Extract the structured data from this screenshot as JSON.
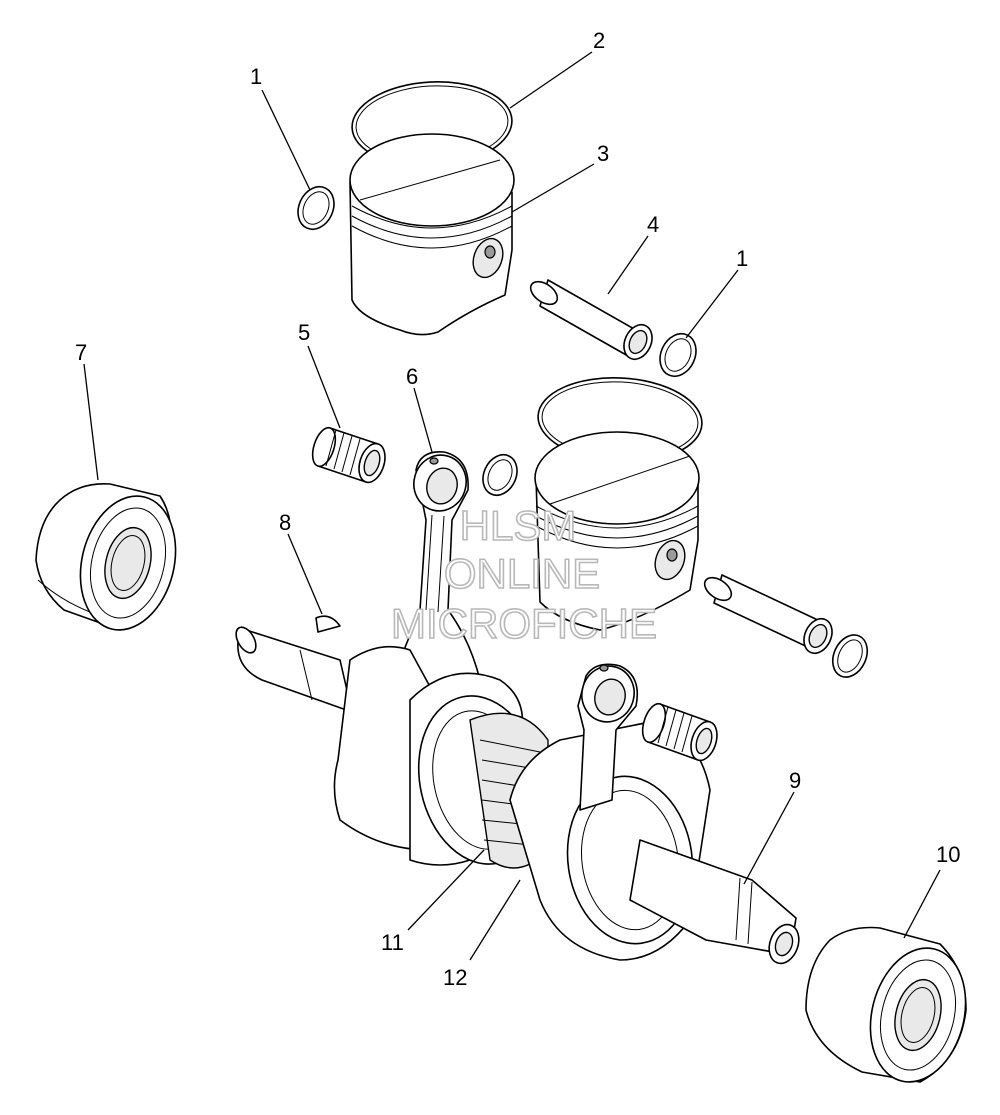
{
  "callouts": {
    "c1a": "1",
    "c2": "2",
    "c3": "3",
    "c4": "4",
    "c1b": "1",
    "c5": "5",
    "c6": "6",
    "c7": "7",
    "c8": "8",
    "c9": "9",
    "c10": "10",
    "c11": "11",
    "c12": "12"
  },
  "watermark": {
    "line1": "HLSM",
    "line2": "ONLINE",
    "line3": "MICROFICHE"
  }
}
